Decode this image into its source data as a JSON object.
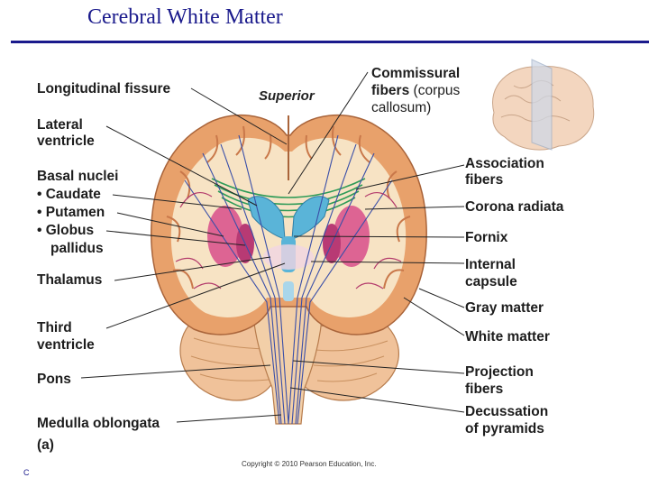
{
  "slide": {
    "title": "Cerebral White Matter",
    "corner_text": "C"
  },
  "figure": {
    "orientation": "Superior",
    "panel_label": "(a)",
    "copyright": "Copyright © 2010 Pearson Education, Inc.",
    "left_labels": {
      "longitudinal_fissure": "Longitudinal fissure",
      "lateral_ventricle_1": "Lateral",
      "lateral_ventricle_2": "ventricle",
      "basal_nuclei": "Basal nuclei",
      "caudate": "• Caudate",
      "putamen": "• Putamen",
      "globus_1": "• Globus",
      "globus_2": "pallidus",
      "thalamus": "Thalamus",
      "third_ventricle_1": "Third",
      "third_ventricle_2": "ventricle",
      "pons": "Pons",
      "medulla": "Medulla oblongata"
    },
    "right_labels": {
      "commissural_1": "Commissural",
      "commissural_2a": "fibers",
      "commissural_2b": "(corpus",
      "commissural_3": "callosum)",
      "association_1": "Association",
      "association_2": "fibers",
      "corona_radiata": "Corona radiata",
      "fornix": "Fornix",
      "internal_capsule_1": "Internal",
      "internal_capsule_2": "capsule",
      "gray_matter": "Gray matter",
      "white_matter": "White matter",
      "projection_1": "Projection",
      "projection_2": "fibers",
      "decussation_1": "Decussation",
      "decussation_2": "of pyramids"
    },
    "colors": {
      "title": "#1a1a8c",
      "gray_matter": "#e8a16b",
      "white_matter": "#f7e3c4",
      "ventricle": "#5ab4d8",
      "basal_nuclei": "#d9558e",
      "commissural": "#2e9b57",
      "projection_fibers": "#3a4fa8",
      "association_fibers": "#b43c6c"
    }
  }
}
